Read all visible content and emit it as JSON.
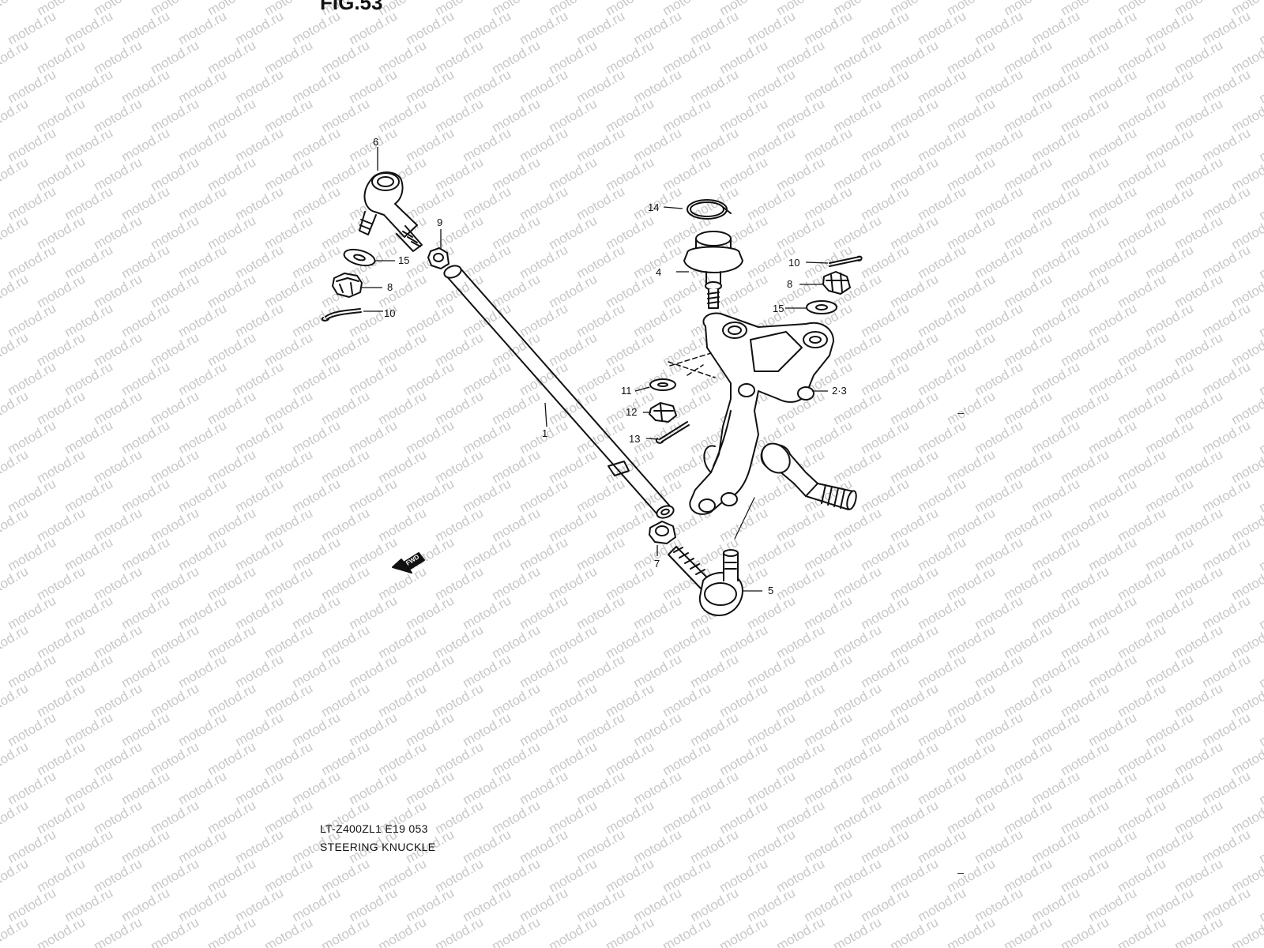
{
  "figure_title": "FIG.53",
  "watermark_text": "motod.ru",
  "caption": {
    "model_line": "LT-Z400ZL1 E19  053",
    "title": "STEERING KNUCKLE"
  },
  "fwd_label": "FWD",
  "callouts": {
    "c1": "1",
    "c23": "2·3",
    "c4": "4",
    "c5": "5",
    "c6": "6",
    "c7": "7",
    "c8a": "8",
    "c8b": "8",
    "c9": "9",
    "c10a": "10",
    "c10b": "10",
    "c11": "11",
    "c12": "12",
    "c13": "13",
    "c14": "14",
    "c15a": "15",
    "c15b": "15"
  },
  "colors": {
    "line": "#111111",
    "watermark": "#c8c8c8"
  }
}
